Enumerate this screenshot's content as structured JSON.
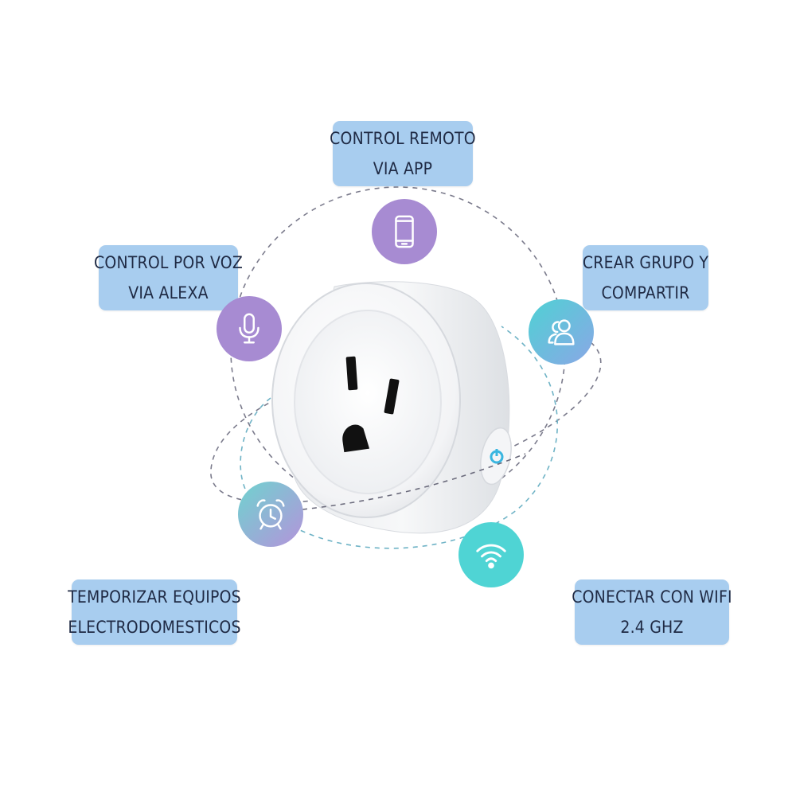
{
  "features": {
    "remote": {
      "line1": "CONTROL REMOTO",
      "line2": "VIA APP",
      "icon": "smartphone-icon"
    },
    "voice": {
      "line1": "CONTROL POR VOZ",
      "line2": "VIA ALEXA",
      "icon": "microphone-icon"
    },
    "group": {
      "line1": "CREAR GRUPO Y",
      "line2": "COMPARTIR",
      "icon": "users-icon"
    },
    "timer": {
      "line1": "TEMPORIZAR EQUIPOS",
      "line2": "ELECTRODOMESTICOS",
      "icon": "alarm-clock-icon"
    },
    "wifi": {
      "line1": "CONECTAR CON WIFI",
      "line2": "2.4 GHZ",
      "icon": "wifi-icon"
    }
  },
  "colors": {
    "label_bg": "#a8cdef",
    "label_text": "#1f2a44",
    "purple": "#a78bd2",
    "teal": "#4fd4d4",
    "orbit_gray": "#7b7b8c",
    "orbit_teal": "#6fb3c6",
    "power_led": "#3ab6e0"
  },
  "product": {
    "name_icon": "smart-plug-image",
    "button_icon": "power-button-icon"
  }
}
